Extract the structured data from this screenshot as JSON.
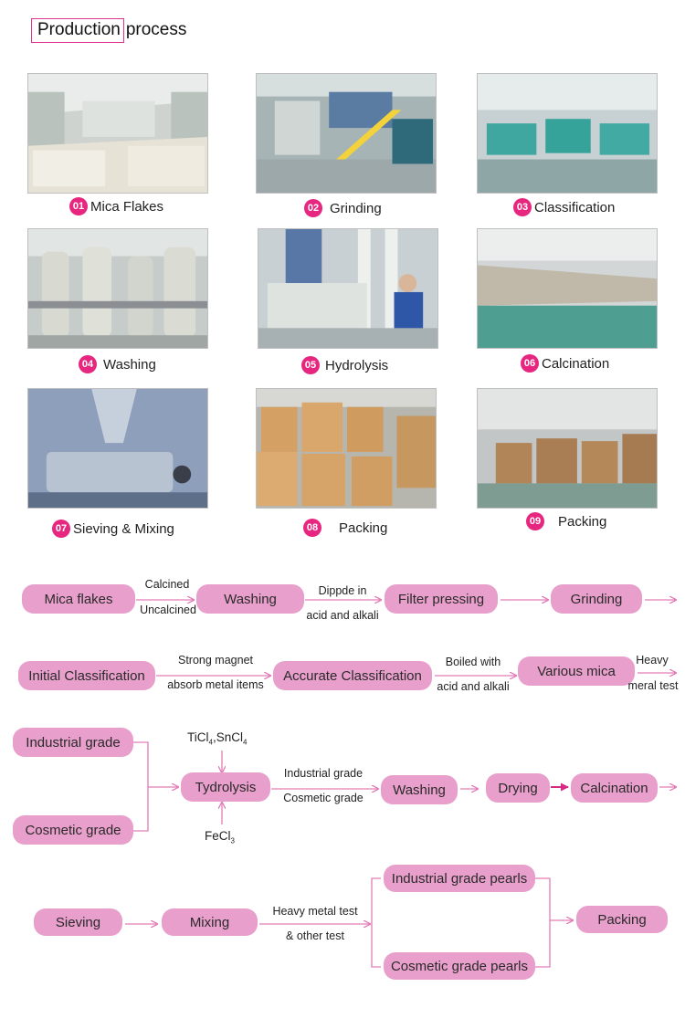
{
  "header": {
    "title_boxed": "Production",
    "title_rest": "process"
  },
  "steps": [
    {
      "num": "01",
      "label": "Mica Flakes"
    },
    {
      "num": "02",
      "label": "Grinding"
    },
    {
      "num": "03",
      "label": "Classification"
    },
    {
      "num": "04",
      "label": "Washing"
    },
    {
      "num": "05",
      "label": "Hydrolysis"
    },
    {
      "num": "06",
      "label": "Calcination"
    },
    {
      "num": "07",
      "label": "Sieving & Mixing"
    },
    {
      "num": "08",
      "label": "Packing"
    },
    {
      "num": "09",
      "label": "Packing"
    }
  ],
  "flow1": {
    "nodes": [
      "Mica flakes",
      "Washing",
      "Filter pressing",
      "Grinding"
    ],
    "labels": {
      "calcined": "Calcined",
      "uncalcined": "Uncalcined",
      "dippde": "Dippde in",
      "acid_alkali": "acid and alkali"
    }
  },
  "flow2": {
    "nodes": [
      "Initial Classification",
      "Accurate Classification",
      "Various mica"
    ],
    "labels": {
      "strong_magnet": "Strong magnet",
      "absorb": "absorb metal items",
      "boiled": "Boiled with",
      "acid_alkali": "acid and alkali",
      "heavy": "Heavy",
      "meral_test": "meral test"
    }
  },
  "flow3": {
    "nodes": [
      "Industrial grade",
      "Cosmetic grade",
      "Tydrolysis",
      "Washing",
      "Drying",
      "Calcination"
    ],
    "labels": {
      "industrial": "Industrial grade",
      "cosmetic": "Cosmetic grade"
    },
    "chem": {
      "ticl": "TiCl",
      "sub4": "4",
      "sncl": ",SnCl",
      "fecl": "FeCl",
      "sub3": "3"
    }
  },
  "flow4": {
    "nodes": [
      "Sieving",
      "Mixing",
      "Industrial grade pearls",
      "Cosmetic grade pearls",
      "Packing"
    ],
    "labels": {
      "heavy_metal": "Heavy metal test",
      "other": "& other test"
    }
  },
  "colors": {
    "accent": "#e6267f",
    "pill": "#e89fcb",
    "arrow": "#e27db7"
  }
}
